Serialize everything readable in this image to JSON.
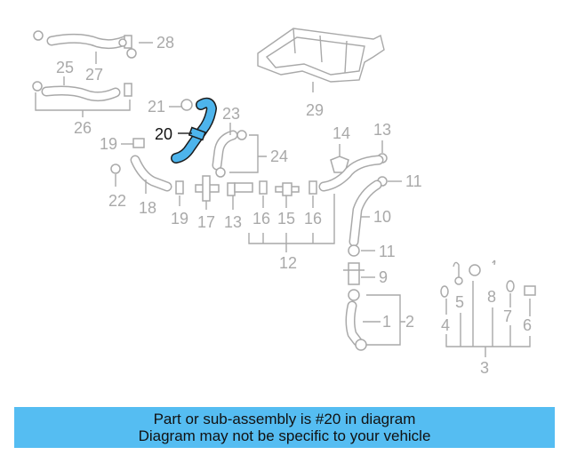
{
  "diagram": {
    "highlight_color": "#4db4ec",
    "callouts": {
      "c1": "1",
      "c2": "2",
      "c3": "3",
      "c4": "4",
      "c5": "5",
      "c6": "6",
      "c7": "7",
      "c8": "8",
      "c9": "9",
      "c10": "10",
      "c11a": "11",
      "c11b": "11",
      "c12": "12",
      "c13a": "13",
      "c13b": "13",
      "c14": "14",
      "c15": "15",
      "c16a": "16",
      "c16b": "16",
      "c17": "17",
      "c18": "18",
      "c19a": "19",
      "c19b": "19",
      "c20": "20",
      "c21": "21",
      "c22": "22",
      "c23": "23",
      "c24": "24",
      "c25": "25",
      "c26": "26",
      "c27": "27",
      "c28": "28",
      "c29": "29"
    }
  },
  "banner": {
    "line1": "Part or sub-assembly is #20 in diagram",
    "line2": "Diagram may not be specific to your vehicle",
    "background": "#55bdf2"
  }
}
